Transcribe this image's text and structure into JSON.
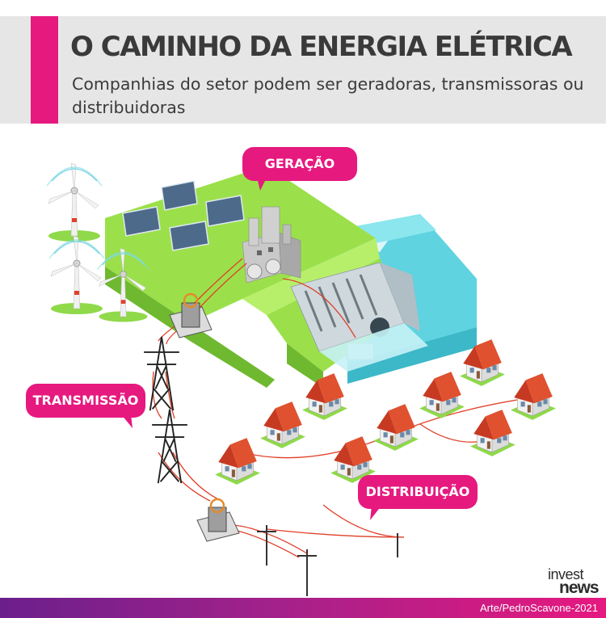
{
  "header": {
    "title": "O CAMINHO DA ENERGIA ELÉTRICA",
    "subtitle": "Companhias do setor podem ser geradoras, transmissoras ou distribuidoras"
  },
  "labels": {
    "generation": "GERAÇÃO",
    "transmission": "TRANSMISSÃO",
    "distribution": "DISTRIBUIÇÃO"
  },
  "footer": {
    "credit": "Arte/PedroScavone-2021",
    "logo_top": "invest",
    "logo_bottom": "news"
  },
  "colors": {
    "accent": "#e6197f",
    "header_bg": "#e6e6e6",
    "grass": "#9be04a",
    "water": "#5fd3e0",
    "roof": "#d9472b",
    "cable": "#e0402a"
  },
  "icons": [
    "wind-turbine-icon",
    "solar-panel-icon",
    "power-plant-icon",
    "hydro-dam-icon",
    "transformer-icon",
    "transmission-tower-icon",
    "utility-pole-icon",
    "house-icon"
  ]
}
